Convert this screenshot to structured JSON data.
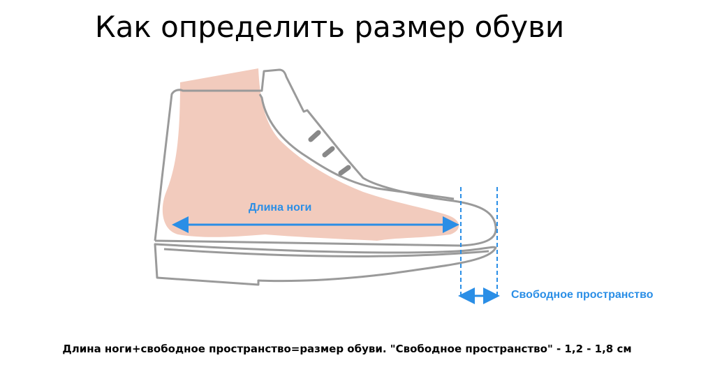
{
  "title": "Как определить размер обуви",
  "labels": {
    "foot_length": "Длина ноги",
    "free_space": "Свободное пространство"
  },
  "footnote": "Длина ноги+свободное пространство=размер обуви. \"Свободное пространство\" - 1,2 - 1,8 см",
  "colors": {
    "accent": "#2a8ee6",
    "foot": "#f2cbbd",
    "outline": "#9a9a9a"
  }
}
